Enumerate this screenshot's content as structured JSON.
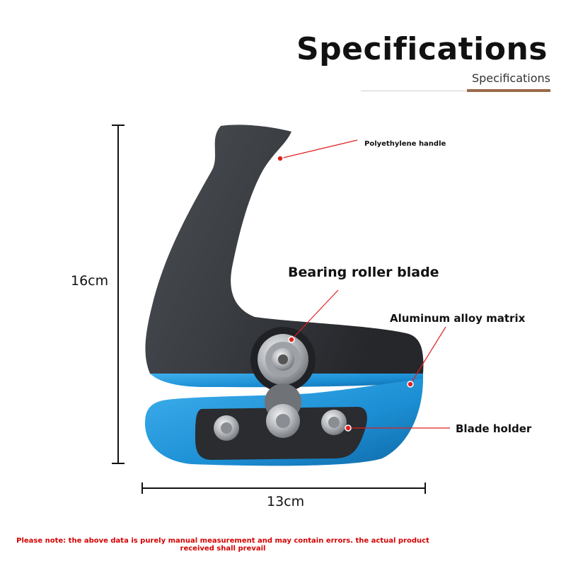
{
  "header": {
    "title": "Specifications",
    "subtitle": "Specifications"
  },
  "dimensions": {
    "height": "16cm",
    "width": "13cm"
  },
  "callouts": {
    "handle": "Polyethylene handle",
    "bearing": "Bearing roller blade",
    "aluminum": "Aluminum alloy matrix",
    "holder": "Blade holder"
  },
  "note": "Please note: the above data is purely manual measurement and may contain errors. the actual product received shall prevail",
  "colors": {
    "handle": "#3a3d42",
    "blue": "#1c8fd4",
    "callout_line": "#e02020",
    "accent_rule": "#9a6a4a",
    "note": "#d40000"
  }
}
